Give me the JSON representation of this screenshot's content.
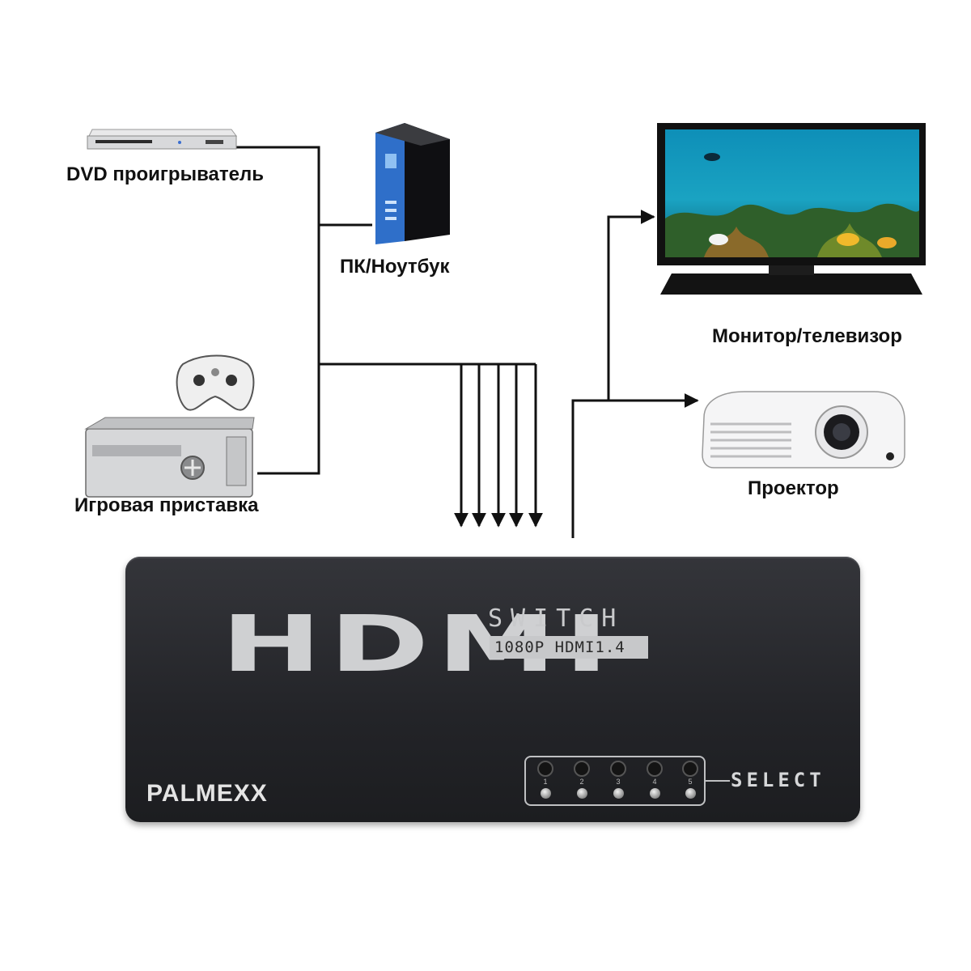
{
  "devices": {
    "dvd": "DVD проигрыватель",
    "pc": "ПК/Ноутбук",
    "console": "Игровая приставка",
    "monitor": "Монитор/телевизор",
    "projector": "Проектор"
  },
  "switch": {
    "logo": "HDMI",
    "subtitle": "SWITCH",
    "spec": "1080P HDMI1.4",
    "brand": "PALMEXX",
    "select_label": "SELECT",
    "buttons": [
      "1",
      "2",
      "3",
      "4",
      "5"
    ]
  },
  "colors": {
    "wire": "#111111",
    "switch_body": "#26272b",
    "pc_blue": "#2f6fc9"
  }
}
